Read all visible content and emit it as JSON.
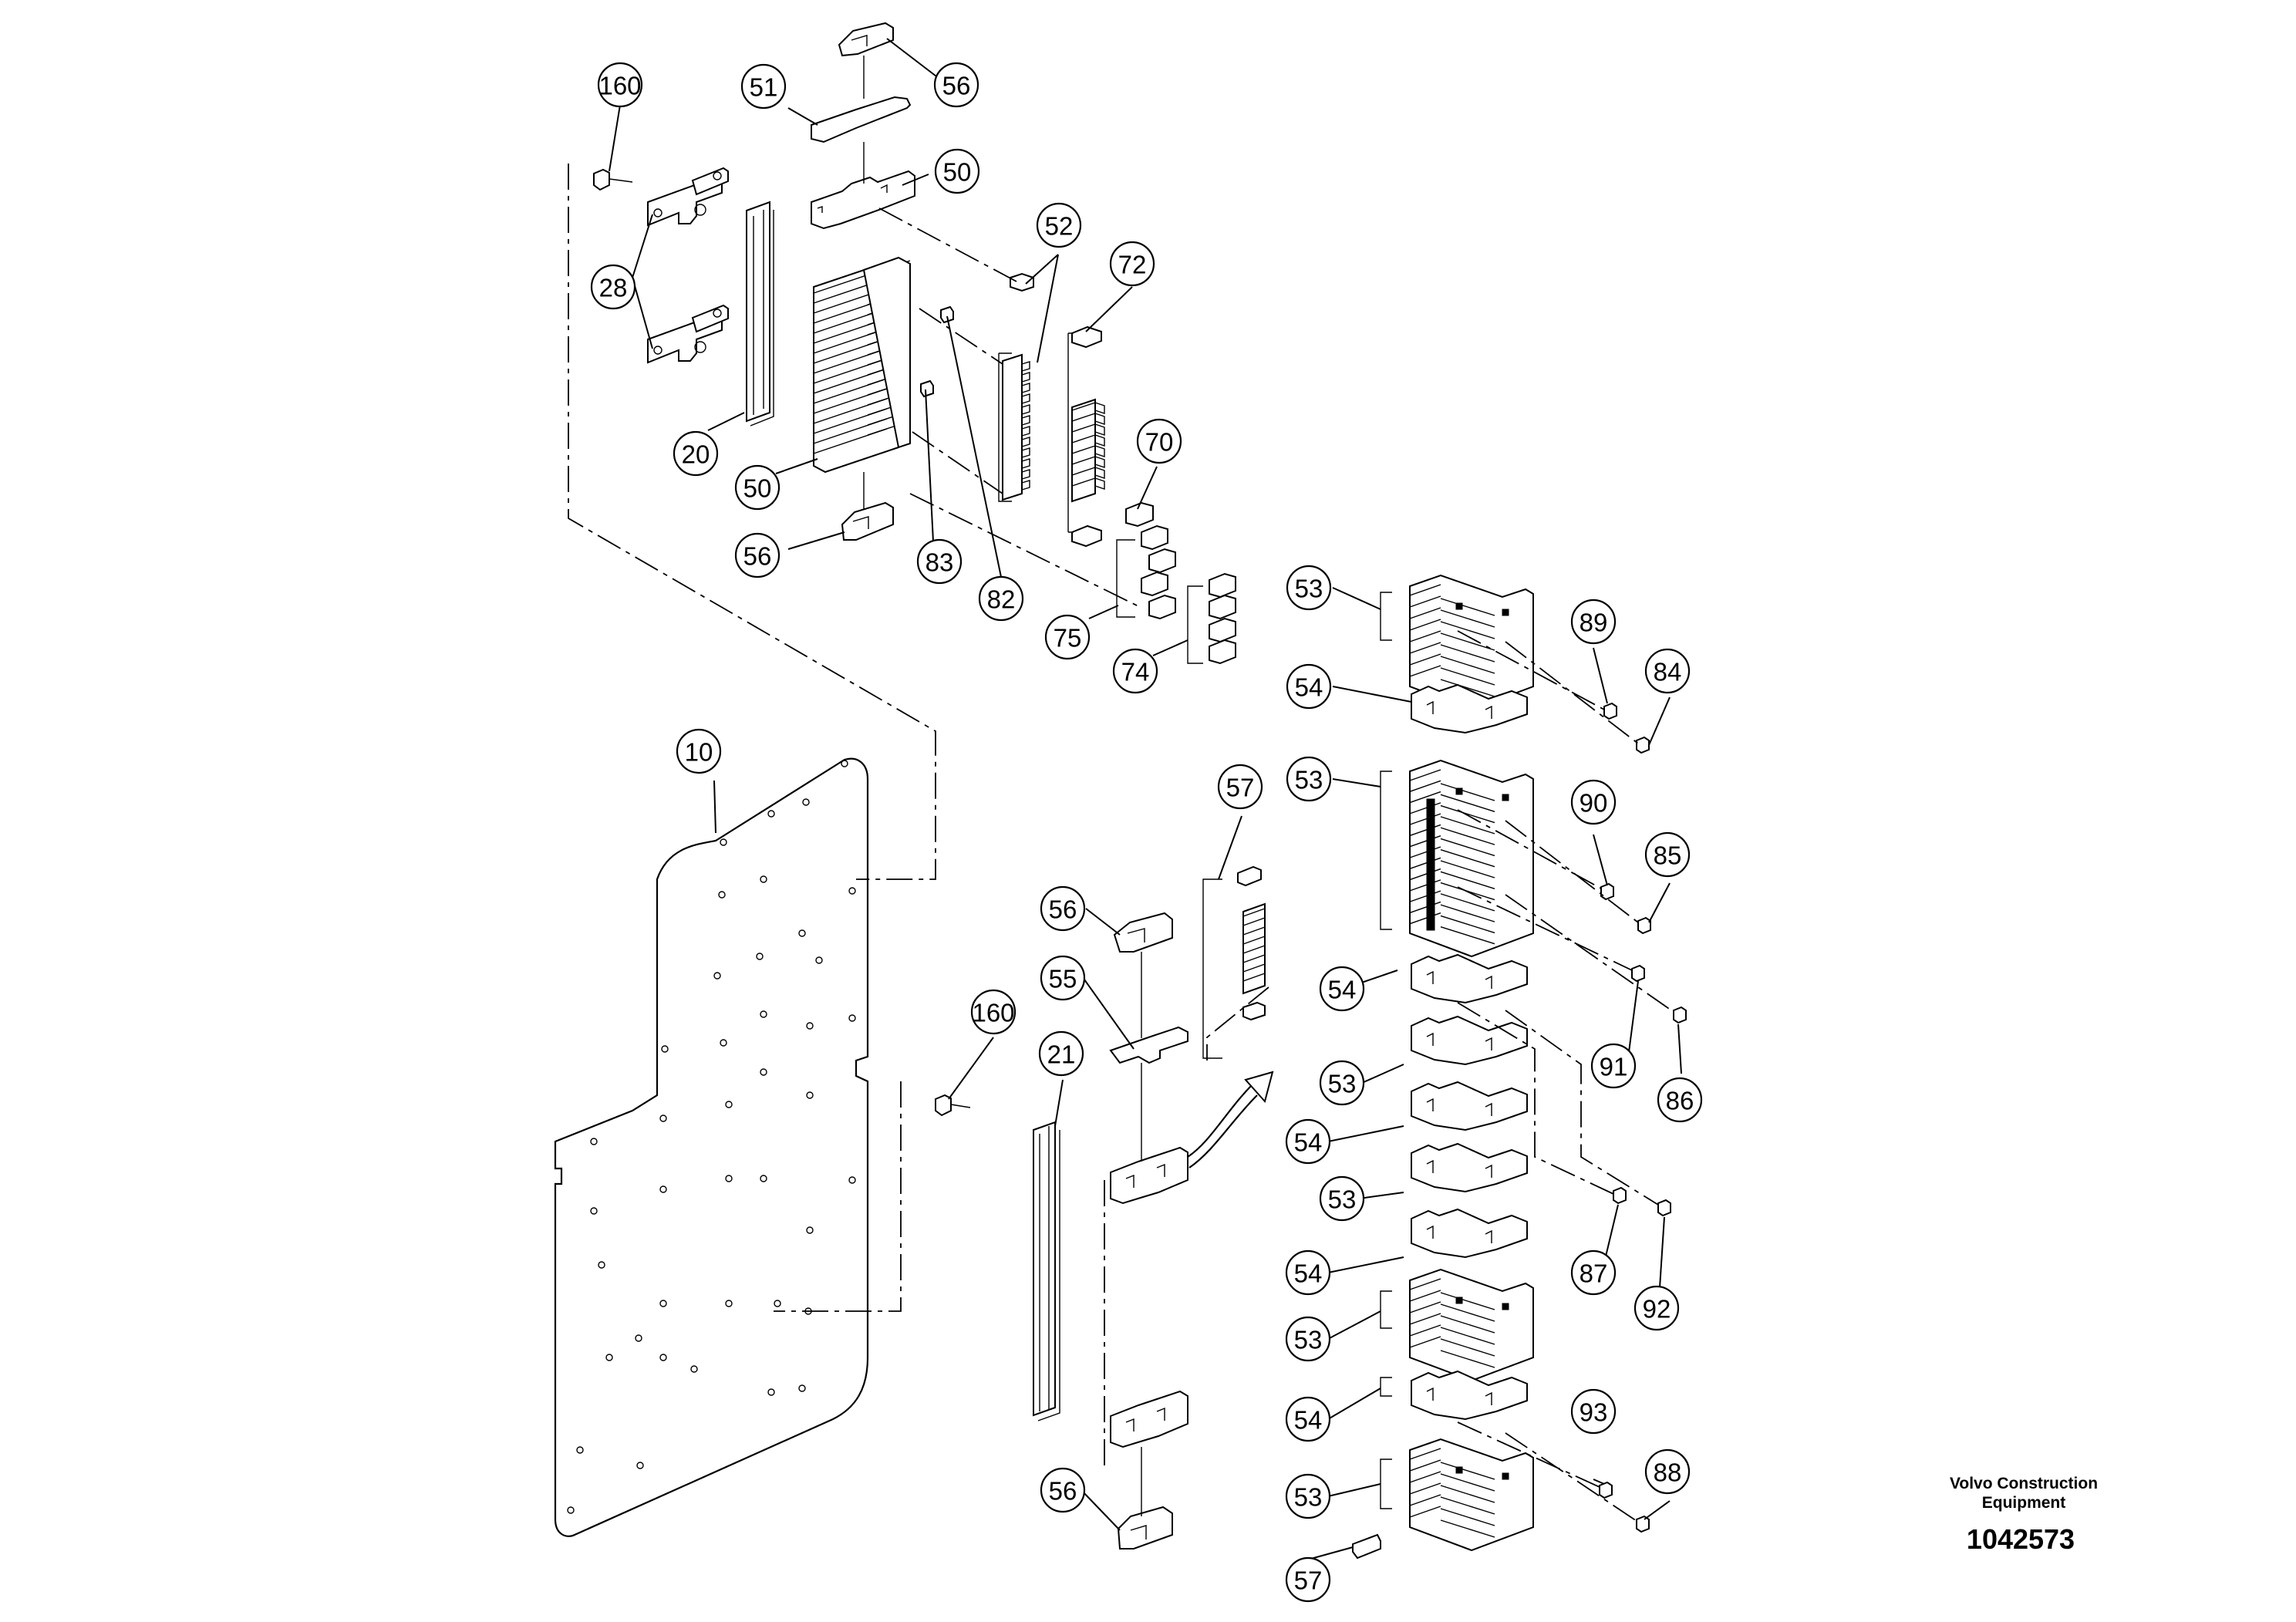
{
  "drawing": {
    "brand_line1": "Volvo Construction",
    "brand_line2": "Equipment",
    "document_number": "1042573"
  },
  "callouts": [
    "160",
    "51",
    "56",
    "50",
    "52",
    "72",
    "28",
    "20",
    "50",
    "70",
    "56",
    "83",
    "82",
    "75",
    "74",
    "53",
    "89",
    "84",
    "54",
    "10",
    "57",
    "53",
    "90",
    "85",
    "56",
    "55",
    "160",
    "21",
    "54",
    "91",
    "86",
    "53",
    "54",
    "53",
    "87",
    "92",
    "54",
    "53",
    "54",
    "93",
    "56",
    "53",
    "88",
    "57"
  ]
}
